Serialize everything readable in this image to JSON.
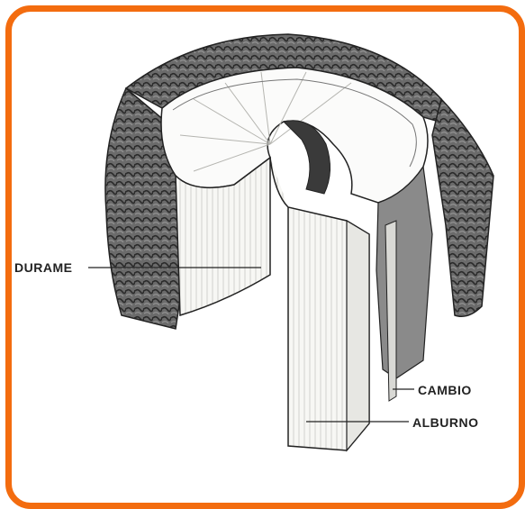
{
  "labels": {
    "durame": "DURAME",
    "cambio": "CAMBIO",
    "alburno": "ALBURNO"
  },
  "colors": {
    "frame": "#f36c0f",
    "bark": "#5a5a5a",
    "wood": "#f7f7f5",
    "line": "#333333"
  }
}
